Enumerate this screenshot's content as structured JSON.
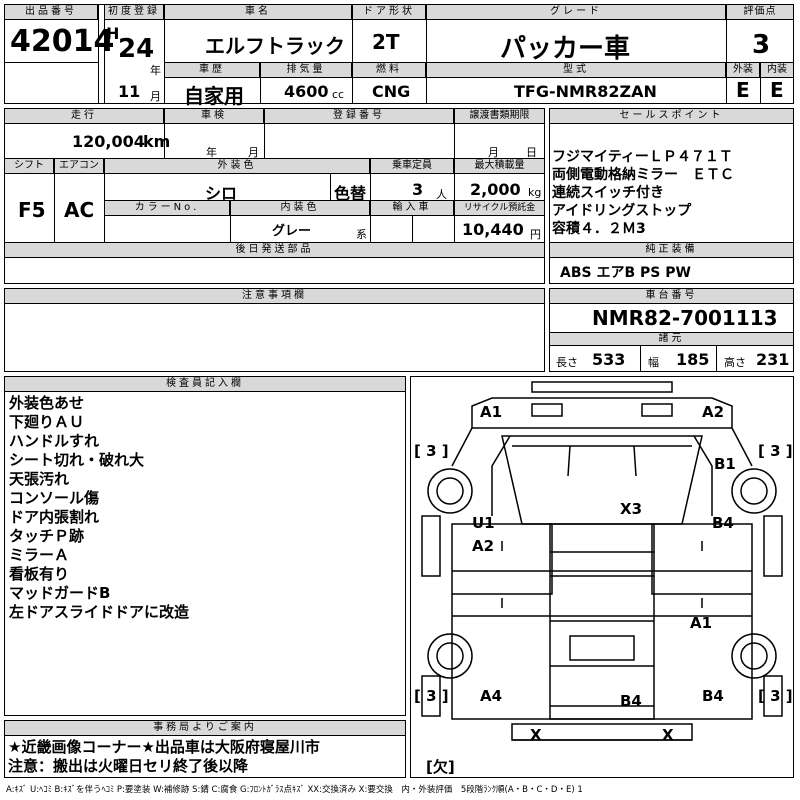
{
  "header": {
    "lot_no_label": "出品番号",
    "lot_no": "42014",
    "first_reg_label": "初度登録",
    "era": "H",
    "year": "24",
    "year_unit": "年",
    "month": "11",
    "month_unit": "月",
    "car_name_label": "車名",
    "car_name": "エルフトラック",
    "door_label": "ドア形状",
    "door": "2T",
    "grade_label": "グレード",
    "grade": "パッカー車",
    "score_label": "評価点",
    "score": "3",
    "history_label": "車歴",
    "history": "自家用",
    "displacement_label": "排気量",
    "displacement": "4600",
    "displacement_unit": "cc",
    "fuel_label": "燃料",
    "fuel": "CNG",
    "model_label": "型式",
    "model": "TFG-NMR82ZAN",
    "exterior_label": "外装",
    "exterior": "E",
    "interior_label": "内装",
    "interior": "E"
  },
  "details": {
    "mileage_label": "走行",
    "mileage": "120,004",
    "mileage_unit": "km",
    "inspection_label": "車検",
    "inspection_year_unit": "年",
    "inspection_month_unit": "月",
    "reg_no_label": "登録番号",
    "transfer_label": "譲渡書類期限",
    "transfer_month_unit": "月",
    "transfer_day_unit": "日",
    "shift_label": "シフト",
    "shift": "F5",
    "ac_label": "エアコン",
    "ac": "AC",
    "ext_color_label": "外装色",
    "ext_color": "シロ",
    "color_change": "色替",
    "capacity_label": "乗車定員",
    "capacity": "3",
    "capacity_unit": "人",
    "max_load_label": "最大積載量",
    "max_load": "2,000",
    "max_load_unit": "kg",
    "color_no_label": "カラーNo.",
    "int_color_label": "内装色",
    "int_color": "グレー",
    "int_color_suffix": "系",
    "import_label": "輸入車",
    "recycle_label": "リサイクル預託金",
    "recycle": "10,440",
    "recycle_unit": "円",
    "later_parts_label": "後日発送部品"
  },
  "sales": {
    "label": "セールスポイント",
    "lines": [
      "フジマイティーＬＰ４７１Ｔ",
      "両側電動格納ミラー　ＥＴＣ",
      "連続スイッチ付き",
      "アイドリングストップ",
      "容積４．２Ｍ3"
    ]
  },
  "equipment": {
    "label": "純正装備",
    "value": "ABS エアB PS PW"
  },
  "caution": {
    "label": "注意事項欄"
  },
  "chassis": {
    "label": "車台番号",
    "value": "NMR82-7001113",
    "spec_label": "諸元",
    "length_label": "長さ",
    "length": "533",
    "width_label": "幅",
    "width": "185",
    "height_label": "高さ",
    "height": "231"
  },
  "inspector": {
    "label": "検査員記入欄",
    "lines": [
      "外装色あせ",
      "下廻りＡＵ",
      "ハンドルすれ",
      "シート切れ・破れ大",
      "天張汚れ",
      "コンソール傷",
      "ドア内張割れ",
      "タッチＰ跡",
      "ミラーＡ",
      "看板有り",
      "マッドガードB",
      "左ドアスライドドアに改造"
    ]
  },
  "office": {
    "label": "事務局よりご案内",
    "lines": [
      "★近畿画像コーナー★出品車は大阪府寝屋川市",
      "注意：搬出は火曜日セリ終了後以降"
    ]
  },
  "damage": {
    "a1_left": "A1",
    "a2_right": "A2",
    "b1": "B1",
    "x3": "X3",
    "u1": "U1",
    "b4_right_upper": "B4",
    "a2_left": "A2",
    "a1_center": "A1",
    "a4": "A4",
    "b4_center": "B4",
    "b4_right_lower": "B4",
    "x_left": "X",
    "x_right": "X",
    "tire_tl": "[ 3 ]",
    "tire_tr": "[ 3 ]",
    "tire_bl": "[ 3 ]",
    "tire_br": "[ 3 ]",
    "spare": "[欠]"
  },
  "legend": "A:ｷｽﾞ U:ﾍｺﾐ B:ｷｽﾞを伴うﾍｺﾐ P:要塗装 W:補修跡 S:錆 C:腐食 G:ﾌﾛﾝﾄｶﾞﾗｽ点ｷｽﾞ XX:交換済み X:要交換　内・外装評価　5段階ﾗﾝｸ順(A・B・C・D・E) 1"
}
